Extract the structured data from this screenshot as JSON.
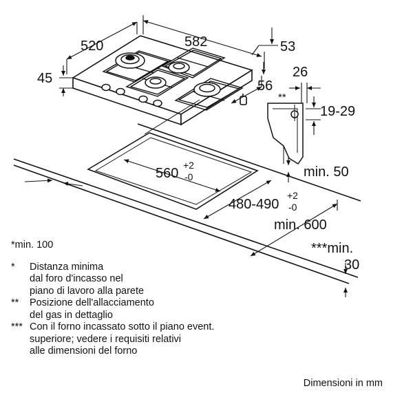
{
  "dimensions": {
    "hob_depth": "520",
    "hob_width": "582",
    "right_offset": "53",
    "hob_height": "45",
    "gas_height": "56",
    "bracket_width": "26",
    "bracket_marker": "**",
    "bracket_range": "19-29",
    "cutout_width_base": "560",
    "cutout_width_tol_plus": "+2",
    "cutout_width_tol_minus": "-0",
    "cutout_depth_base": "480-490",
    "cutout_depth_tol_plus": "+2",
    "cutout_depth_tol_minus": "-0",
    "min_back": "min. 50",
    "min_side": "min. 600",
    "min_worktop_label": "***min.",
    "min_worktop_value": "30"
  },
  "notes": {
    "min_front": "*min. 100",
    "items": [
      {
        "marker": "*",
        "lines": [
          "Distanza minima",
          "dal foro d'incasso nel",
          "piano di lavoro alla parete"
        ]
      },
      {
        "marker": "**",
        "lines": [
          "Posizione dell'allacciamento",
          "del gas in dettaglio"
        ]
      },
      {
        "marker": "***",
        "lines": [
          "Con il forno incassato sotto il piano event.",
          "superiore; vedere i requisiti relativi",
          "alle dimensioni del forno"
        ]
      }
    ]
  },
  "units_label": "Dimensioni in mm"
}
